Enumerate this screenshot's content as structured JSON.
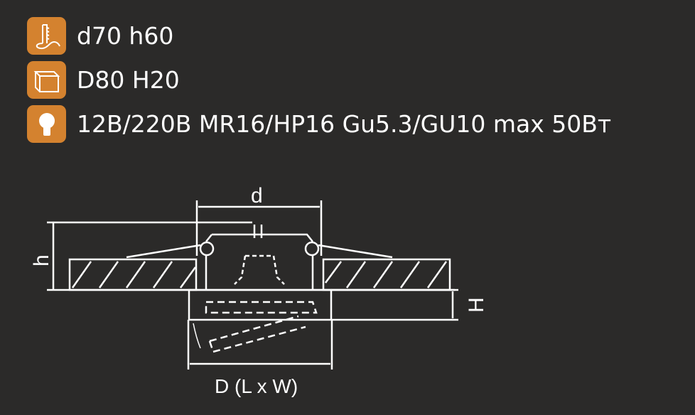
{
  "specs": [
    {
      "icon": "mounting-depth-icon",
      "text": "d70 h60"
    },
    {
      "icon": "box-dimensions-icon",
      "text": "D80 H20"
    },
    {
      "icon": "bulb-icon",
      "text": "12B/220B MR16/HP16 Gu5.3/GU10 max 50Вт"
    }
  ],
  "diagram": {
    "d_label": "d",
    "h_label": "h",
    "H_label": "H",
    "D_label": "D (L x W)"
  },
  "colors": {
    "background": "#2b2a29",
    "accent": "#d4822f",
    "line": "#ffffff"
  }
}
